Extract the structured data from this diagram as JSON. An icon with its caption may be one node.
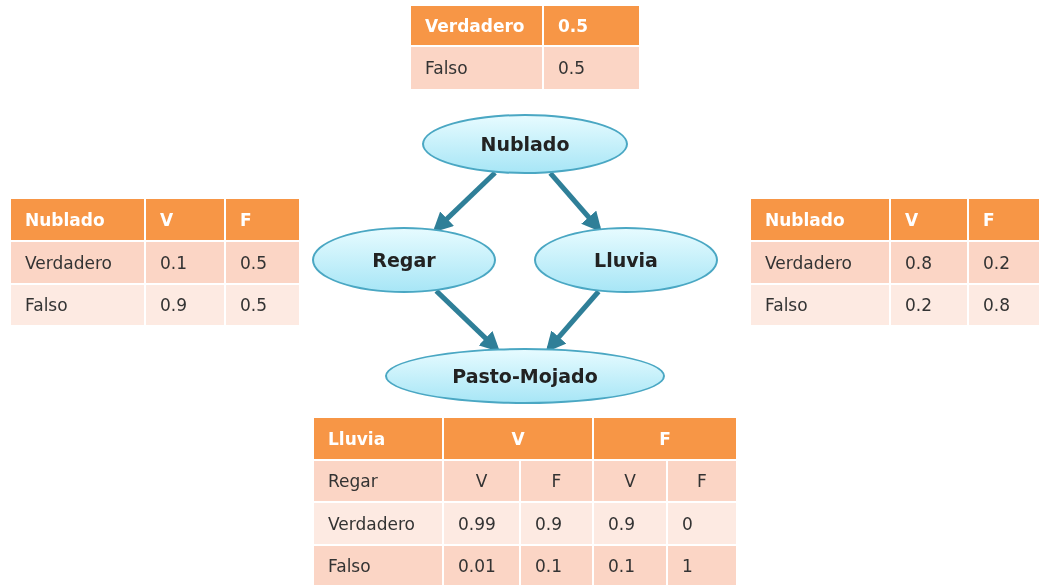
{
  "diagram": {
    "nodes": [
      {
        "text": [
          "Nublado"
        ]
      },
      {
        "text": [
          "Regar"
        ]
      },
      {
        "text": [
          "Lluvia"
        ]
      },
      {
        "text": [
          "Pasto-Mojado"
        ]
      }
    ],
    "edges": [
      {
        "from": 0,
        "to": 1,
        "arrow": "to"
      },
      {
        "from": 0,
        "to": 2,
        "arrow": "to"
      },
      {
        "from": 1,
        "to": 3,
        "arrow": "to"
      },
      {
        "from": 2,
        "to": 3,
        "arrow": "to"
      }
    ],
    "labels": [
      "Verdadero",
      "0.5",
      "Falso",
      "0.5",
      "Nublado",
      "V",
      "F",
      "Verdadero",
      "0.1",
      "0.5",
      "Falso",
      "0.9",
      "0.5",
      "Nublado",
      "V",
      "F",
      "Verdadero",
      "0.8",
      "0.2",
      "Falso",
      "0.2",
      "0.8",
      "Lluvia",
      "V",
      "F",
      "Regar",
      "V",
      "F",
      "V",
      "F",
      "Verdadero",
      "0.99",
      "0.9",
      "0.9",
      "0",
      "Falso",
      "0.01",
      "0.1",
      "0.1",
      "1"
    ]
  }
}
